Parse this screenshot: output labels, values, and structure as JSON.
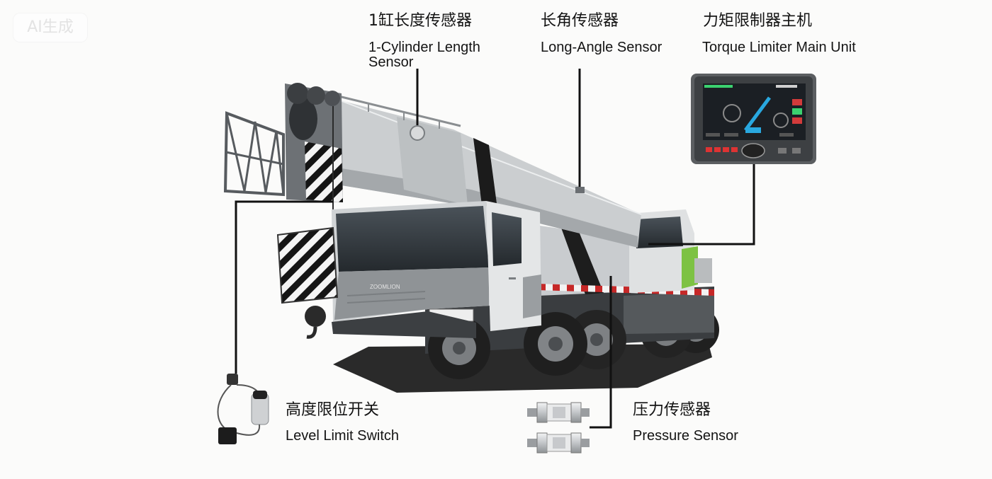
{
  "watermark": "AI生成",
  "labels": {
    "cylinder": {
      "zh": "1缸长度传感器",
      "en": "1-Cylinder Length Sensor"
    },
    "angle": {
      "zh": "长角传感器",
      "en": "Long-Angle Sensor"
    },
    "torque": {
      "zh": "力矩限制器主机",
      "en": "Torque Limiter Main Unit"
    },
    "level": {
      "zh": "高度限位开关",
      "en": "Level Limit Switch"
    },
    "pressure": {
      "zh": "压力传感器",
      "en": "Pressure Sensor"
    }
  },
  "crane": {
    "brand_logo": "ZOOMLION"
  },
  "colors": {
    "leader_line": "#111111",
    "cab_accent": "#7dc243",
    "reflective_red": "#c62828",
    "monitor_crane_icon": "#29a8e0"
  }
}
